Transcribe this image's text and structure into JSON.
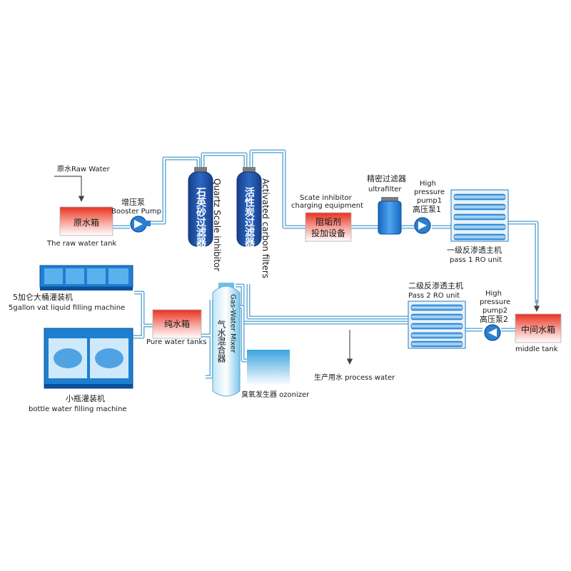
{
  "raw_water": {
    "label": "原水Raw Water"
  },
  "raw_tank": {
    "label_cn": "原水箱",
    "label_en": "The raw water tank"
  },
  "booster_pump": {
    "label_cn": "增压泵",
    "label_en": "Booster Pump"
  },
  "quartz_filter": {
    "label_cn": "石英砂过滤器",
    "label_en": "Quartz Scale inhibitor"
  },
  "carbon_filter": {
    "label_cn": "活性炭过滤器",
    "label_en": "Activated carbon filters"
  },
  "scale_inhibitor": {
    "label_en_1": "Scate inhibitor",
    "label_en_2": "charging equipment",
    "box_line1": "阻垢剂",
    "box_line2": "投加设备"
  },
  "ultrafilter": {
    "label_cn": "精密过滤器",
    "label_en": "ultrafilter"
  },
  "hp_pump1": {
    "line1": "High",
    "line2": "pressure",
    "line3": "pump1",
    "line4": "高压泵1"
  },
  "ro_pass1": {
    "label_cn": "一级反渗透主机",
    "label_en": "pass 1 RO unit"
  },
  "middle_tank": {
    "label_cn": "中间水箱",
    "label_en": "middle tank"
  },
  "hp_pump2": {
    "line1": "High",
    "line2": "pressure",
    "line3": "pump2",
    "line4": "高压泵2"
  },
  "ro_pass2": {
    "label_cn": "二级反渗透主机",
    "label_en": "Pass 2 RO unit"
  },
  "process_water": {
    "label": "生产用水 process water"
  },
  "ozonizer": {
    "label": "臭氧发生器 ozonizer"
  },
  "gas_mixer": {
    "label_cn": "气水混合器",
    "label_en": "Gas-Water Mixer"
  },
  "pure_tank": {
    "label_cn": "纯水箱",
    "label_en": "Pure water tanks"
  },
  "vat_filler": {
    "label_cn": "5加仑大桶灌装机",
    "label_en": "5gallon vat liquid filling machine"
  },
  "bottle_filler": {
    "label_cn": "小瓶灌装机",
    "label_en": "bottle water filling machine"
  },
  "colors": {
    "pipe": "#5aa7d6",
    "vessel": "#1f4e9e",
    "tank_red": "#e83a2a",
    "machine_blue": "#1e7fd0",
    "ozonizer": "#5fb8e8"
  }
}
